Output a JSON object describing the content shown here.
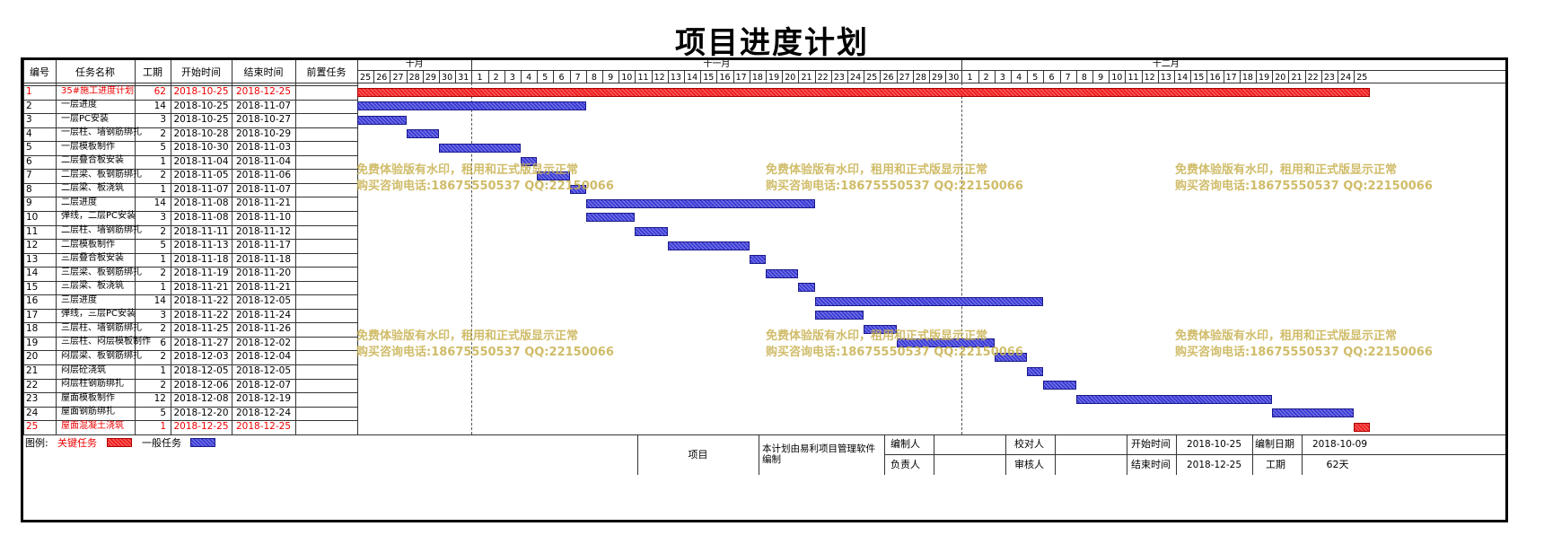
{
  "title": "项目进度计划",
  "columns": [
    "编号",
    "任务名称",
    "工期",
    "开始时间",
    "结束时间",
    "前置任务"
  ],
  "months": [
    {
      "label": "十月",
      "days": [
        25,
        26,
        27,
        28,
        29,
        30,
        31
      ]
    },
    {
      "label": "十一月",
      "days": [
        1,
        2,
        3,
        4,
        5,
        6,
        7,
        8,
        9,
        10,
        11,
        12,
        13,
        14,
        15,
        16,
        17,
        18,
        19,
        20,
        21,
        22,
        23,
        24,
        25,
        26,
        27,
        28,
        29,
        30
      ]
    },
    {
      "label": "十二月",
      "days": [
        1,
        2,
        3,
        4,
        5,
        6,
        7,
        8,
        9,
        10,
        11,
        12,
        13,
        14,
        15,
        16,
        17,
        18,
        19,
        20,
        21,
        22,
        23,
        24,
        25
      ]
    }
  ],
  "tasks": [
    {
      "id": "1",
      "name": "35#施工进度计划",
      "dur": "62",
      "start": "2018-10-25",
      "end": "2018-12-25",
      "pre": "",
      "critical": true,
      "s": 0,
      "len": 62
    },
    {
      "id": "2",
      "name": "一层进度",
      "dur": "14",
      "start": "2018-10-25",
      "end": "2018-11-07",
      "pre": "",
      "critical": false,
      "s": 0,
      "len": 14
    },
    {
      "id": "3",
      "name": "一层PC安装",
      "dur": "3",
      "start": "2018-10-25",
      "end": "2018-10-27",
      "pre": "",
      "critical": false,
      "s": 0,
      "len": 3
    },
    {
      "id": "4",
      "name": "一层柱、墙钢筋绑扎",
      "dur": "2",
      "start": "2018-10-28",
      "end": "2018-10-29",
      "pre": "",
      "critical": false,
      "s": 3,
      "len": 2
    },
    {
      "id": "5",
      "name": "一层模板制作",
      "dur": "5",
      "start": "2018-10-30",
      "end": "2018-11-03",
      "pre": "",
      "critical": false,
      "s": 5,
      "len": 5
    },
    {
      "id": "6",
      "name": "二层叠合板安装",
      "dur": "1",
      "start": "2018-11-04",
      "end": "2018-11-04",
      "pre": "",
      "critical": false,
      "s": 10,
      "len": 1
    },
    {
      "id": "7",
      "name": "二层梁、板钢筋绑扎",
      "dur": "2",
      "start": "2018-11-05",
      "end": "2018-11-06",
      "pre": "",
      "critical": false,
      "s": 11,
      "len": 2
    },
    {
      "id": "8",
      "name": "二层梁、板浇筑",
      "dur": "1",
      "start": "2018-11-07",
      "end": "2018-11-07",
      "pre": "",
      "critical": false,
      "s": 13,
      "len": 1
    },
    {
      "id": "9",
      "name": "二层进度",
      "dur": "14",
      "start": "2018-11-08",
      "end": "2018-11-21",
      "pre": "",
      "critical": false,
      "s": 14,
      "len": 14
    },
    {
      "id": "10",
      "name": "弹线，二层PC安装",
      "dur": "3",
      "start": "2018-11-08",
      "end": "2018-11-10",
      "pre": "",
      "critical": false,
      "s": 14,
      "len": 3
    },
    {
      "id": "11",
      "name": "二层柱、墙钢筋绑扎",
      "dur": "2",
      "start": "2018-11-11",
      "end": "2018-11-12",
      "pre": "",
      "critical": false,
      "s": 17,
      "len": 2
    },
    {
      "id": "12",
      "name": "二层模板制作",
      "dur": "5",
      "start": "2018-11-13",
      "end": "2018-11-17",
      "pre": "",
      "critical": false,
      "s": 19,
      "len": 5
    },
    {
      "id": "13",
      "name": "三层叠合板安装",
      "dur": "1",
      "start": "2018-11-18",
      "end": "2018-11-18",
      "pre": "",
      "critical": false,
      "s": 24,
      "len": 1
    },
    {
      "id": "14",
      "name": "三层梁、板钢筋绑扎",
      "dur": "2",
      "start": "2018-11-19",
      "end": "2018-11-20",
      "pre": "",
      "critical": false,
      "s": 25,
      "len": 2
    },
    {
      "id": "15",
      "name": "三层梁、板浇筑",
      "dur": "1",
      "start": "2018-11-21",
      "end": "2018-11-21",
      "pre": "",
      "critical": false,
      "s": 27,
      "len": 1
    },
    {
      "id": "16",
      "name": "三层进度",
      "dur": "14",
      "start": "2018-11-22",
      "end": "2018-12-05",
      "pre": "",
      "critical": false,
      "s": 28,
      "len": 14
    },
    {
      "id": "17",
      "name": "弹线，三层PC安装",
      "dur": "3",
      "start": "2018-11-22",
      "end": "2018-11-24",
      "pre": "",
      "critical": false,
      "s": 28,
      "len": 3
    },
    {
      "id": "18",
      "name": "三层柱、墙钢筋绑扎",
      "dur": "2",
      "start": "2018-11-25",
      "end": "2018-11-26",
      "pre": "",
      "critical": false,
      "s": 31,
      "len": 2
    },
    {
      "id": "19",
      "name": "三层柱、闷层模板制作",
      "dur": "6",
      "start": "2018-11-27",
      "end": "2018-12-02",
      "pre": "",
      "critical": false,
      "s": 33,
      "len": 6
    },
    {
      "id": "20",
      "name": "闷层梁、板钢筋绑扎",
      "dur": "2",
      "start": "2018-12-03",
      "end": "2018-12-04",
      "pre": "",
      "critical": false,
      "s": 39,
      "len": 2
    },
    {
      "id": "21",
      "name": "闷层砼浇筑",
      "dur": "1",
      "start": "2018-12-05",
      "end": "2018-12-05",
      "pre": "",
      "critical": false,
      "s": 41,
      "len": 1
    },
    {
      "id": "22",
      "name": "闷层柱钢筋绑扎",
      "dur": "2",
      "start": "2018-12-06",
      "end": "2018-12-07",
      "pre": "",
      "critical": false,
      "s": 42,
      "len": 2
    },
    {
      "id": "23",
      "name": "屋面模板制作",
      "dur": "12",
      "start": "2018-12-08",
      "end": "2018-12-19",
      "pre": "",
      "critical": false,
      "s": 44,
      "len": 12
    },
    {
      "id": "24",
      "name": "屋面钢筋绑扎",
      "dur": "5",
      "start": "2018-12-20",
      "end": "2018-12-24",
      "pre": "",
      "critical": false,
      "s": 56,
      "len": 5
    },
    {
      "id": "25",
      "name": "屋面混凝土浇筑",
      "dur": "1",
      "start": "2018-12-25",
      "end": "2018-12-25",
      "pre": "",
      "critical": true,
      "s": 61,
      "len": 1
    }
  ],
  "watermark": {
    "line1": "免费体验版有水印，租用和正式版显示正常",
    "line2": "购买咨询电话:18675550537 QQ:22150066"
  },
  "footer": {
    "legend_label": "图例:",
    "legend_critical": "关键任务",
    "legend_normal": "一般任务",
    "project_label": "项目",
    "software_note": "本计划由易利项目管理软件编制",
    "editor_label": "编制人",
    "checker_label": "校对人",
    "manager_label": "负责人",
    "auditor_label": "审核人",
    "start_label": "开始时间",
    "start_value": "2018-10-25",
    "end_label": "结束时间",
    "end_value": "2018-12-25",
    "compile_date_label": "编制日期",
    "compile_date_value": "2018-10-09",
    "duration_label": "工期",
    "duration_value": "62天"
  },
  "colors": {
    "critical": "#f02020",
    "normal": "#3b3bd6",
    "watermark": "#c8b150"
  }
}
